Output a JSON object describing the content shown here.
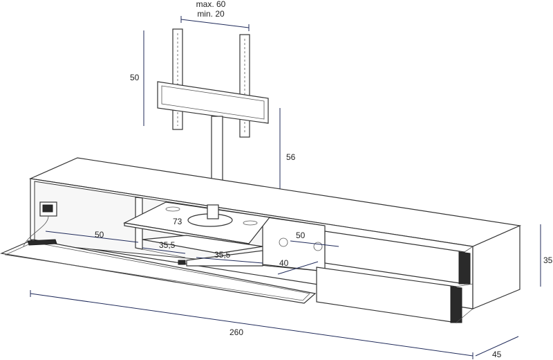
{
  "dimensions": {
    "bracket_width_max": "max. 60",
    "bracket_width_min": "min. 20",
    "bracket_height": "50",
    "mount_height": "56",
    "shelf_width_left": "50",
    "shelf_width_right": "50",
    "shelf_depth": "73",
    "compartment_a": "35,5",
    "compartment_b": "35,5",
    "drawer_depth": "40",
    "total_width": "260",
    "total_height": "35",
    "total_depth": "45"
  }
}
